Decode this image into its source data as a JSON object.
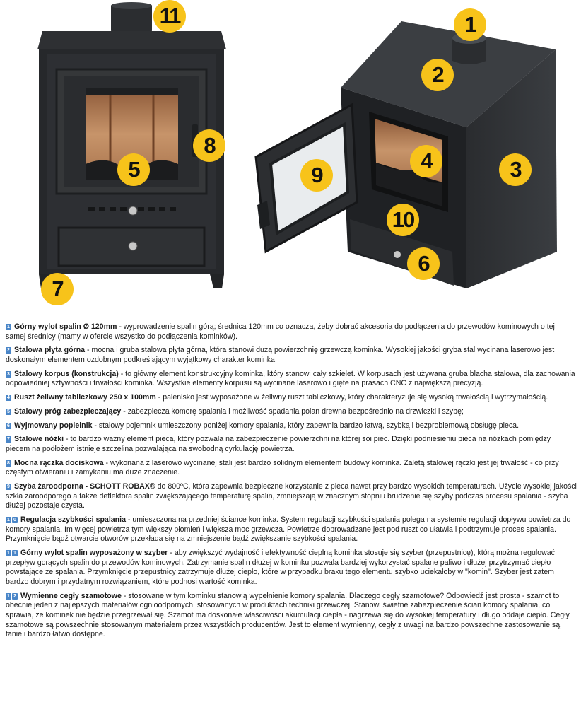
{
  "colors": {
    "marker": "#f7c31a",
    "badge": "#4a86c8",
    "stove_body": "#2b2d30",
    "brick": "#c49a6c"
  },
  "markers": [
    "11",
    "8",
    "5",
    "7",
    "1",
    "2",
    "3",
    "9",
    "4",
    "10",
    "6"
  ],
  "items": [
    {
      "num": "1",
      "term": "Górny wylot spalin Ø 120mm",
      "text": " - wyprowadzenie spalin górą; średnica 120mm co oznacza, żeby dobrać akcesoria do podłączenia do przewodów kominowych o tej samej średnicy (mamy w ofercie wszystko do podłączenia kominków)."
    },
    {
      "num": "2",
      "term": "Stalowa płyta górna",
      "text": " - mocna i gruba stalowa płyta górna, która stanowi dużą powierzchnię grzewczą kominka. Wysokiej jakości gryba stal wycinana laserowo jest doskonałym elementem ozdobnym podkreślającym wyjątkowy charakter kominka."
    },
    {
      "num": "3",
      "term": "Stalowy korpus (konstrukcja)",
      "text": " - to główny element konstrukcyjny kominka, który stanowi cały szkielet. W korpusach jest używana gruba blacha stalowa, dla zachowania odpowiedniej sztywności i trwałości kominka. Wszystkie elementy korpusu są wycinane laserowo i gięte na prasach CNC z największą precyzją."
    },
    {
      "num": "4",
      "term": "Ruszt żeliwny tabliczkowy 250 x 100mm",
      "text": " - palenisko jest wyposażone w żeliwny ruszt tabliczkowy, który charakteryzuje się wysoką trwałością i wytrzymałością."
    },
    {
      "num": "5",
      "term": "Stalowy próg zabezpieczający",
      "text": " - zabezpiecza komorę spalania i możliwość spadania polan drewna bezpośrednio na drzwiczki i szybę;"
    },
    {
      "num": "6",
      "term": "Wyjmowany popielnik",
      "text": " - stalowy pojemnik umieszczony poniżej komory spalania, który zapewnia bardzo łatwą, szybką i bezproblemową obsługę pieca."
    },
    {
      "num": "7",
      "term": "Stalowe nóżki",
      "text": " - to bardzo ważny element pieca, który pozwala na zabezpieczenie powierzchni na której soi piec. Dzięki podniesieniu pieca na nóżkach pomiędzy piecem na podłożem istnieje szczelina pozwalająca na swobodną cyrkulację powietrza."
    },
    {
      "num": "8",
      "term": "Mocna rączka dociskowa",
      "text": " - wykonana z laserowo wycinanej stali jest bardzo solidnym elementem budowy kominka. Zaletą stalowej rączki jest jej trwałość - co przy częstym otwieraniu i zamykaniu ma duże znaczenie."
    },
    {
      "num": "9",
      "term": "Szyba żaroodporna - SCHOTT ROBAX®",
      "text": " do 800ºC, która zapewnia bezpieczne korzystanie z pieca nawet przy bardzo wysokich temperaturach. Użycie wysokiej jakości szkła żaroodporego a także deflektora spalin zwiększającego temperaturę spalin, zmniejszają w znacznym stopniu brudzenie się szyby podczas procesu spalania - szyba dłużej pozostaje czysta."
    },
    {
      "num": "10",
      "term": "Regulacja szybkości spalania",
      "text": " - umieszczona na przedniej ściance kominka. System regulacji szybkości spalania polega na systemie regulacji dopływu powietrza do komory spalania. Im więcej powietrza tym większy płomień i większa moc grzewcza. Powietrze doprowadzane jest pod ruszt co ułatwia i podtrzymuje proces spalania. Przymknięcie bądź otwarcie otworów przekłada się na zmniejszenie bądź zwiększanie szybkości spalania."
    },
    {
      "num": "11",
      "term": "Górny wylot spalin wyposażony w szyber",
      "text": " - aby zwiększyć wydajność i efektywność cieplną kominka stosuje się szyber (przepustnicę), którą można regulować przepływ gorących spalin do przewodów kominowych. Zatrzymanie spalin dłużej w kominku pozwala bardziej wykorzystać spalane paliwo i dłużej przytrzymać ciepło powstające ze spalania. Przymknięcie przepustnicy zatrzymuje dłużej ciepło, które w przypadku braku tego elementu szybko uciekałoby w \"komin\". Szyber jest zatem bardzo dobrym i przydatnym rozwiązaniem, które podnosi wartość kominka."
    },
    {
      "num": "12",
      "term": "Wymienne cegły szamotowe",
      "text": " - stosowane w tym kominku stanowią wypełnienie komory spalania. Dlaczego cegły szamotowe? Odpowiedź jest prosta - szamot to obecnie jeden z najlepszych materiałów ognioodpornych, stosowanych w produktach techniki grzewczej. Stanowi świetne zabezpieczenie ścian komory spalania, co sprawia, że kominek nie będzie przegrzewał się. Szamot ma doskonałe właściwości akumulacji ciepła - nagrzewa się do wysokiej temperatury i długo oddaje ciepło. Cegły szamotowe są powszechnie stosowanym materiałem przez wszystkich producentów. Jest to element wymienny, cegły z uwagi na bardzo powszechne zastosowanie są tanie i bardzo łatwo dostępne."
    }
  ]
}
